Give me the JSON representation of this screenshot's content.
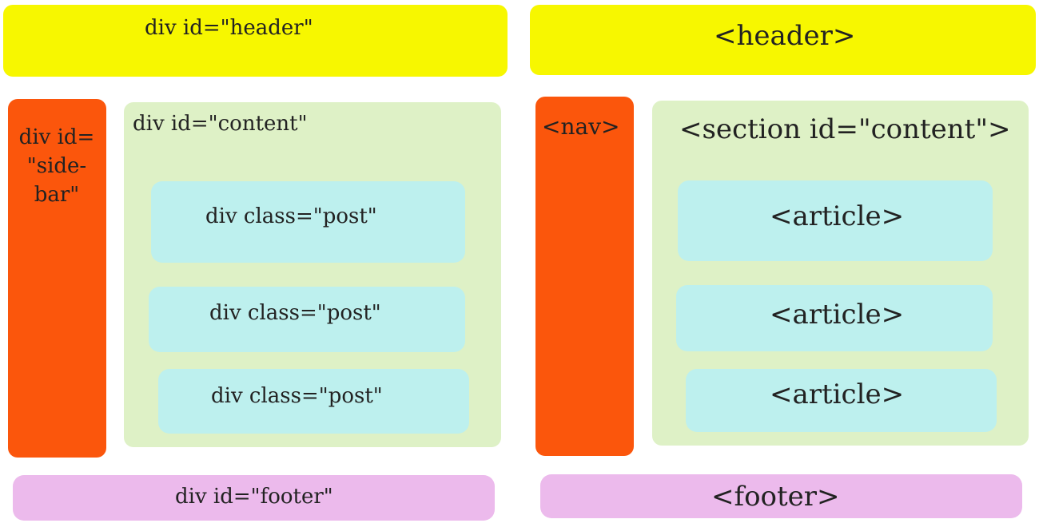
{
  "colors": {
    "header": "#F7F700",
    "sidebar": "#FB560C",
    "content": "#DEF1C6",
    "post": "#BDF0EE",
    "footer": "#ECBAEC"
  },
  "left_diagram": {
    "header": "div id=\"header\"",
    "sidebar_lines": [
      "div id=",
      "\"side-",
      "bar\""
    ],
    "content": "div id=\"content\"",
    "posts": [
      "div class=\"post\"",
      "div class=\"post\"",
      "div class=\"post\""
    ],
    "footer": "div id=\"footer\""
  },
  "right_diagram": {
    "header": "<header>",
    "nav": "<nav>",
    "section": "<section id=\"content\">",
    "articles": [
      "<article>",
      "<article>",
      "<article>"
    ],
    "footer": "<footer>"
  }
}
